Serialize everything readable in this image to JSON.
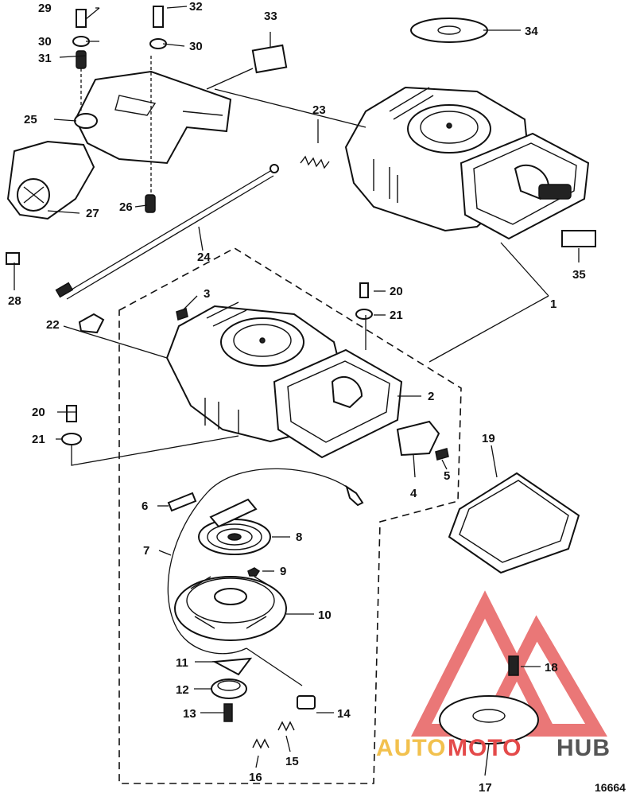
{
  "figure_number": "16664",
  "watermark": {
    "part1": "AUTO",
    "part2": "MOTO",
    "part3": "HUB"
  },
  "callouts": {
    "c1": "1",
    "c2": "2",
    "c3": "3",
    "c4": "4",
    "c5": "5",
    "c6": "6",
    "c7": "7",
    "c8": "8",
    "c9": "9",
    "c10": "10",
    "c11": "11",
    "c12": "12",
    "c13": "13",
    "c14": "14",
    "c15": "15",
    "c16": "16",
    "c17": "17",
    "c18": "18",
    "c19": "19",
    "c20a": "20",
    "c20b": "20",
    "c21a": "21",
    "c21b": "21",
    "c22": "22",
    "c23": "23",
    "c24": "24",
    "c25": "25",
    "c26": "26",
    "c27": "27",
    "c28": "28",
    "c29": "29",
    "c30a": "30",
    "c30b": "30",
    "c31": "31",
    "c32": "32",
    "c33": "33",
    "c34": "34",
    "c35": "35"
  },
  "colors": {
    "line": "#111111",
    "watermark_red": "#e44a4a",
    "watermark_yellow": "#f2c14e"
  }
}
